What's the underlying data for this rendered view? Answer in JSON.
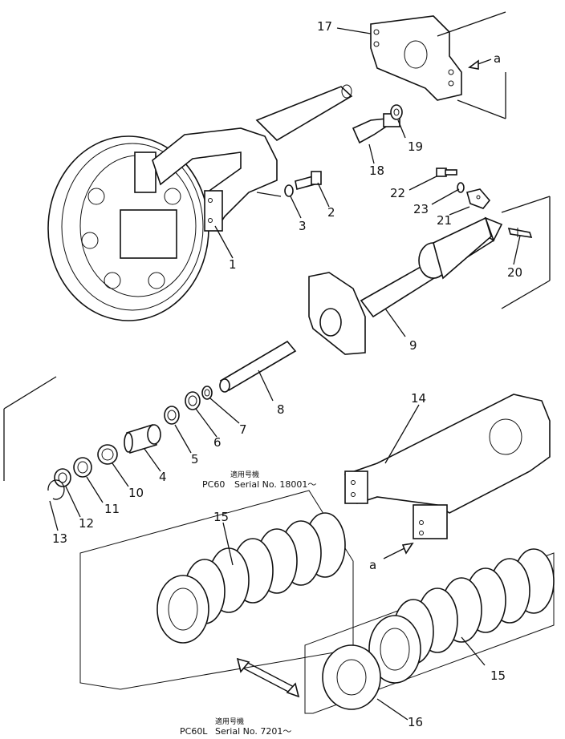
{
  "labels": {
    "p1": "1",
    "p2": "2",
    "p3": "3",
    "p4": "4",
    "p5": "5",
    "p6": "6",
    "p7": "7",
    "p8": "8",
    "p9": "9",
    "p10": "10",
    "p11": "11",
    "p12": "12",
    "p13": "13",
    "p14": "14",
    "p15a": "15",
    "p15b": "15",
    "p16": "16",
    "p17": "17",
    "p18": "18",
    "p19": "19",
    "p20": "20",
    "p21": "21",
    "p22": "22",
    "p23": "23",
    "arrow_a_top": "a",
    "arrow_a_mid": "a"
  },
  "applicability": {
    "pc60": {
      "jp": "適用号機",
      "model": "PC60",
      "serial": "Serial No. 18001～"
    },
    "pc60l": {
      "jp": "適用号機",
      "model": "PC60L",
      "serial": "Serial No. 7201～"
    }
  }
}
